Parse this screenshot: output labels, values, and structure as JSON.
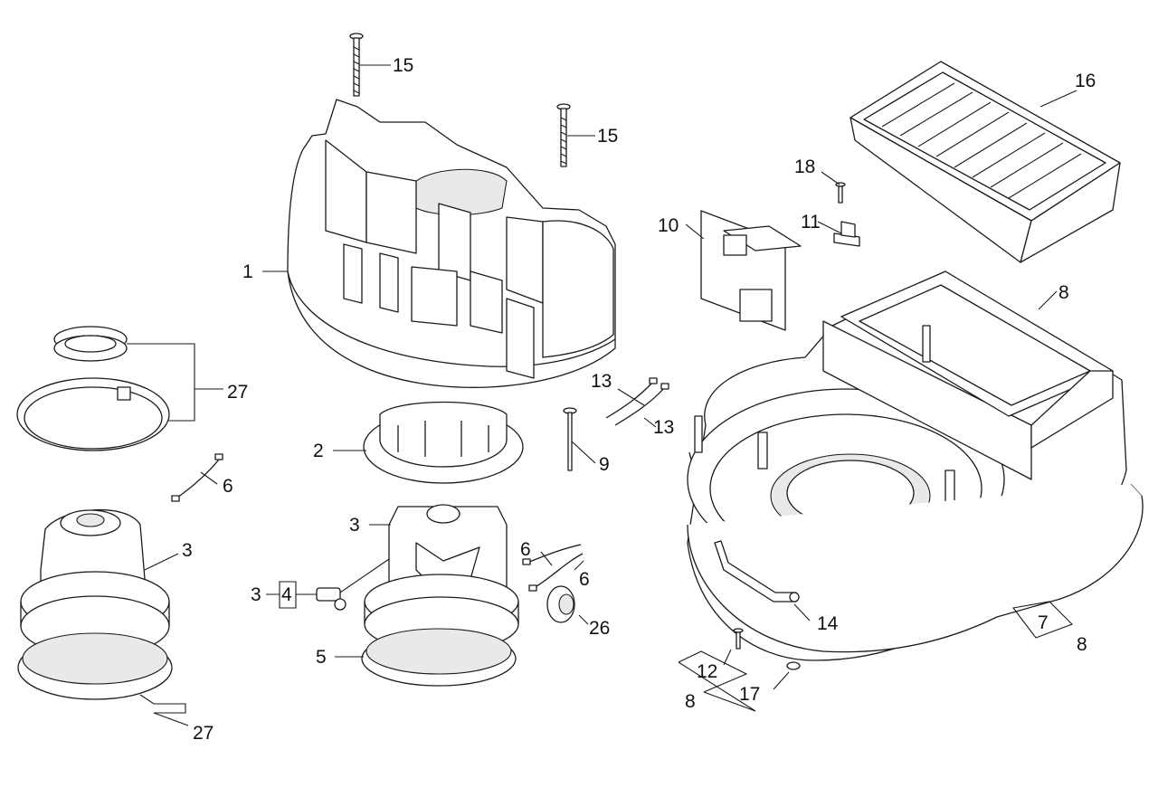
{
  "diagram": {
    "callouts": {
      "c1": "1",
      "c2": "2",
      "c3a": "3",
      "c3b": "3",
      "c3c": "3",
      "c4": "4",
      "c5": "5",
      "c6a": "6",
      "c6b": "6",
      "c6c": "6",
      "c7": "7",
      "c8a": "8",
      "c8b": "8",
      "c8c": "8",
      "c9": "9",
      "c10": "10",
      "c11": "11",
      "c12": "12",
      "c13a": "13",
      "c13b": "13",
      "c14": "14",
      "c15a": "15",
      "c15b": "15",
      "c16": "16",
      "c17": "17",
      "c18": "18",
      "c26": "26",
      "c27a": "27",
      "c27b": "27"
    }
  }
}
